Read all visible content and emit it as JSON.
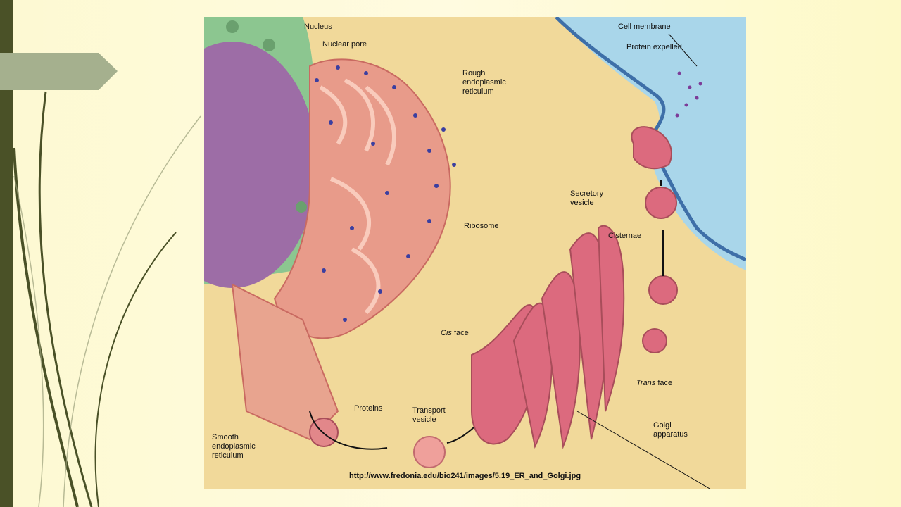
{
  "slide": {
    "accent_bar": "#4a5127",
    "tab_color": "#a5b08e",
    "background": "#fffbe0"
  },
  "figure": {
    "labels": {
      "nucleus": "Nucleus",
      "nuclear_pore": "Nuclear pore",
      "rough_er_1": "Rough",
      "rough_er_2": "endoplasmic",
      "rough_er_3": "reticulum",
      "ribosome": "Ribosome",
      "cell_membrane": "Cell membrane",
      "protein_expelled": "Protein expelled",
      "secretory_1": "Secretory",
      "secretory_2": "vesicle",
      "cisternae": "Cisternae",
      "cis_italic": "Cis",
      "cis_rest": " face",
      "trans_italic": "Trans",
      "trans_rest": " face",
      "golgi_1": "Golgi",
      "golgi_2": "apparatus",
      "proteins": "Proteins",
      "transport_1": "Transport",
      "transport_2": "vesicle",
      "smooth_1": "Smooth",
      "smooth_2": "endoplasmic",
      "smooth_3": "reticulum"
    },
    "caption": "http://www.fredonia.edu/bio241/images/5.19_ER_and_Golgi.jpg"
  }
}
